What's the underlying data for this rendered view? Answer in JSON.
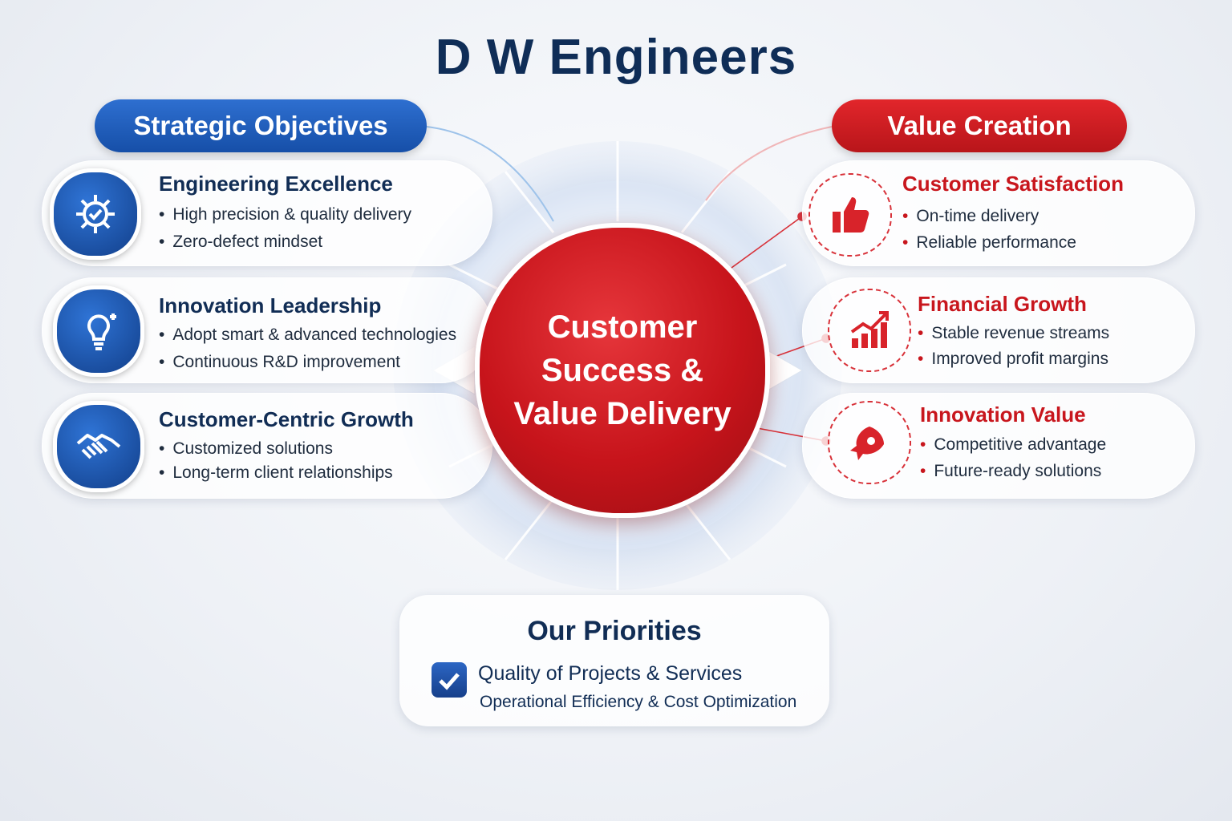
{
  "title": "D W Engineers",
  "left_header": "Strategic Objectives",
  "right_header": "Value Creation",
  "center": "Customer Success & Value Delivery",
  "left_items": [
    {
      "title": "Engineering Excellence",
      "bullets": [
        "High precision & quality delivery",
        "Zero-defect mindset"
      ],
      "icon": "gear-check-icon"
    },
    {
      "title": "Innovation Leadership",
      "bullets": [
        "Adopt smart & advanced technologies",
        "Continuous R&D improvement"
      ],
      "icon": "lightbulb-icon"
    },
    {
      "title": "Customer-Centric Growth",
      "bullets": [
        "Customized solutions",
        "Long-term client relationships"
      ],
      "icon": "handshake-icon"
    }
  ],
  "right_items": [
    {
      "title": "Customer Satisfaction",
      "bullets": [
        "On-time delivery",
        "Reliable performance"
      ],
      "icon": "thumbs-up-icon"
    },
    {
      "title": "Financial Growth",
      "bullets": [
        "Stable revenue streams",
        "Improved profit margins"
      ],
      "icon": "growth-chart-icon"
    },
    {
      "title": "Innovation Value",
      "bullets": [
        "Competitive advantage",
        "Future-ready solutions"
      ],
      "icon": "rocket-icon"
    }
  ],
  "priorities": {
    "title": "Our Priorities",
    "items": [
      "Quality of Projects & Services",
      "Operational Efficiency & Cost Optimization"
    ]
  },
  "colors": {
    "navy": "#0f2d57",
    "blue": "#1f5cbf",
    "red": "#c8161d"
  }
}
